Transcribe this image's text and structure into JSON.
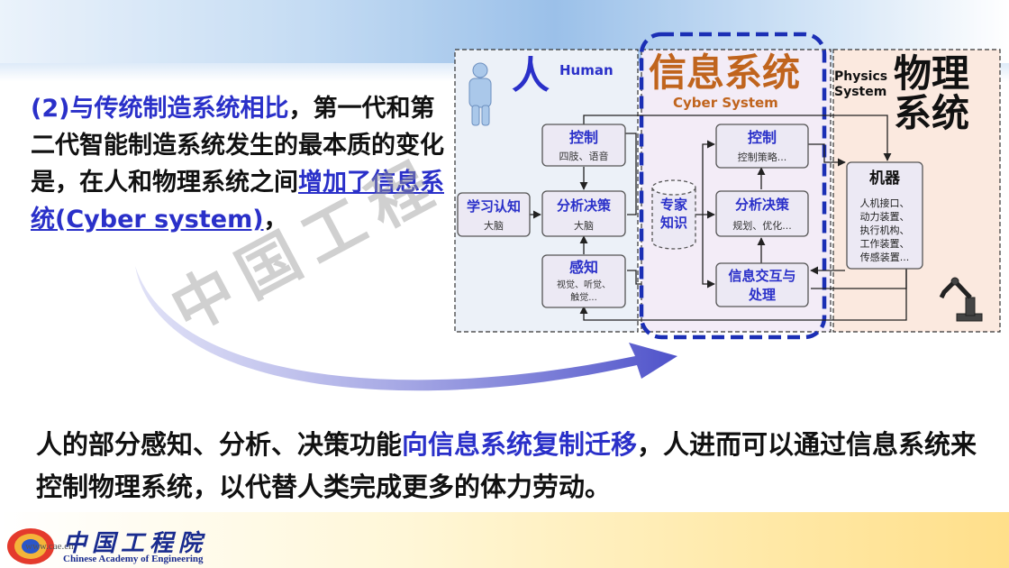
{
  "paragraph": {
    "part1": "(2)与传统制造系统相比",
    "part2": "，第一代和第二代智能制造系统发生的最本质的变化是，在人和物理系统之间",
    "part3": "增加了信息系统(Cyber system)",
    "part4": "，"
  },
  "bottom": {
    "part1": "人的部分感知、分析、决策功能",
    "part2": "向信息系统复制迁移",
    "part3": "，人进而可以通过信息系统来控制物理系统，以代替人类完成更多的体力劳动。"
  },
  "watermark": "中国工程",
  "diagram": {
    "human": {
      "title_cn": "人",
      "title_en": "Human"
    },
    "cyber": {
      "title_cn": "信息系统",
      "title_en": "Cyber System"
    },
    "physics": {
      "title_en_line1": "Physics",
      "title_en_line2": "System",
      "title_cn_line1": "物理",
      "title_cn_line2": "系统"
    },
    "h_control": {
      "title": "控制",
      "sub": "四肢、语音"
    },
    "h_learn": {
      "title": "学习认知",
      "sub": "大脑"
    },
    "h_analyze": {
      "title": "分析决策",
      "sub": "大脑"
    },
    "h_sense": {
      "title": "感知",
      "sub1": "视觉、听觉、",
      "sub2": "触觉..."
    },
    "expert": {
      "line1": "专家",
      "line2": "知识"
    },
    "c_control": {
      "title": "控制",
      "sub": "控制策略..."
    },
    "c_analyze": {
      "title": "分析决策",
      "sub": "规划、优化..."
    },
    "c_info": {
      "line1": "信息交互与",
      "line2": "处理"
    },
    "machine": {
      "title": "机器",
      "items": [
        "人机接口、",
        "动力装置、",
        "执行机构、",
        "工作装置、",
        "传感装置..."
      ]
    }
  },
  "logo": {
    "cn": "中国工程院",
    "url": "www.cae.cn",
    "en": "Chinese Academy of Engineering"
  },
  "colors": {
    "accent_blue": "#2a30c9",
    "box_fill": "#ece9f4",
    "human_bg": "#ecf1f8",
    "cyber_bg": "#f3ecf7",
    "physics_bg": "#fbe9df",
    "cyber_title": "#c0641d",
    "dashed_border": "#1b2fb5"
  }
}
